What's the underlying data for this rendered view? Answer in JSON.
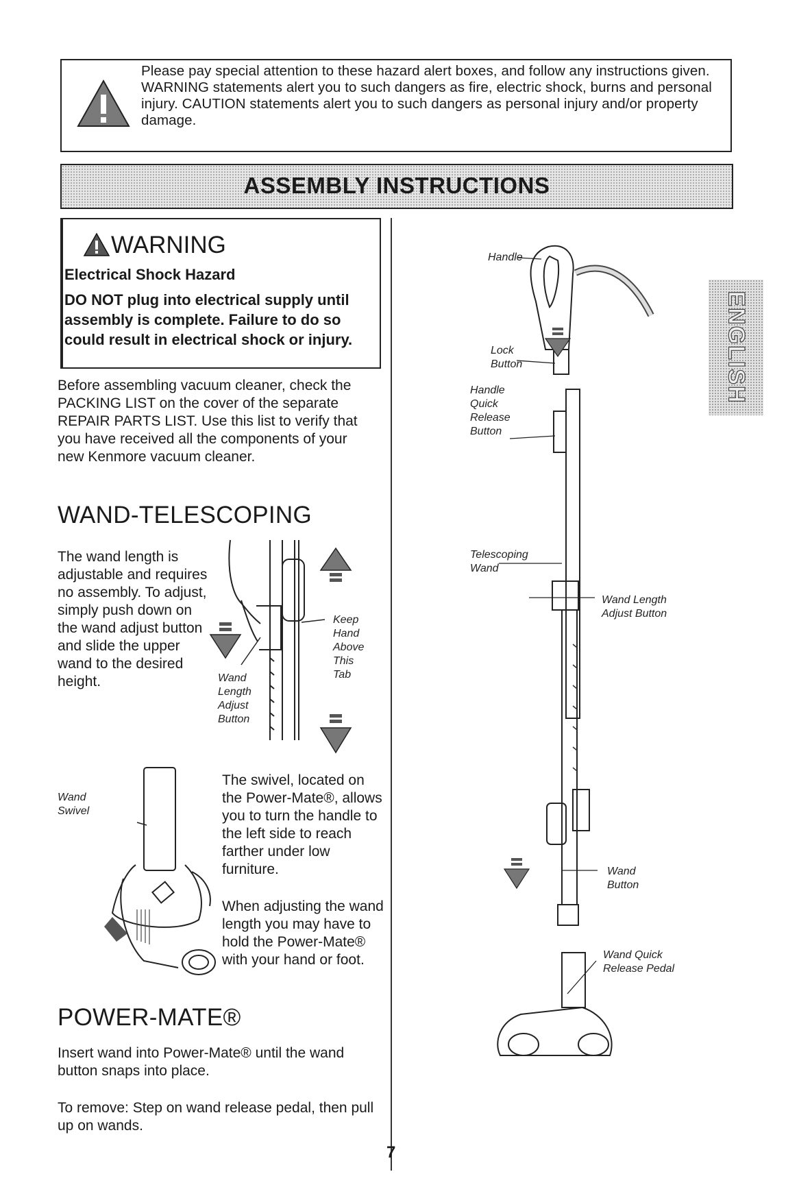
{
  "hazard_notice": {
    "text": "Please pay special attention to these hazard alert boxes, and follow any instructions given. WARNING statements alert you to such dangers as fire, electric shock, burns and personal injury. CAUTION statements alert you to such dangers as personal injury and/or property damage."
  },
  "banner": {
    "title": "ASSEMBLY INSTRUCTIONS"
  },
  "warning": {
    "title": "WARNING",
    "subtitle": "Electrical Shock Hazard",
    "body": "DO NOT plug into electrical supply until assembly is complete. Failure to do so could result in electrical shock or injury."
  },
  "intro": {
    "text": "Before assembling vacuum cleaner, check the PACKING LIST on the cover of the separate REPAIR PARTS LIST. Use this list to verify that you have received all the components of your new Kenmore vacuum cleaner."
  },
  "wand_telescoping": {
    "heading": "WAND-TELESCOPING",
    "text": "The wand length is adjustable and requires no assembly. To adjust, simply push down on the wand adjust button and slide the upper wand to the desired height.",
    "callouts": {
      "keep_hand": "Keep Hand Above This Tab",
      "adjust_button": "Wand Length Adjust Button"
    }
  },
  "swivel": {
    "callout": "Wand Swivel",
    "text": "The swivel, located on the Power-Mate®, allows you to turn the handle to the left side to reach farther under low furniture.",
    "adjusting_text": "When adjusting the wand length you may have to hold the Power-Mate® with your hand or foot."
  },
  "power_mate": {
    "heading": "POWER-MATE®",
    "insert_text": "Insert wand into Power-Mate® until the wand button snaps into place.",
    "remove_text": "To remove: Step on wand release pedal, then pull up on wands."
  },
  "diagram_labels": {
    "handle": "Handle",
    "lock_button": "Lock Button",
    "handle_quick_release": "Handle Quick Release Button",
    "telescoping_wand": "Telescoping Wand",
    "wand_length_adjust": "Wand Length Adjust Button",
    "wand_button": "Wand Button",
    "wand_quick_release_pedal": "Wand Quick Release Pedal"
  },
  "side_tab": {
    "label": "ENGLISH"
  },
  "page_number": "7"
}
